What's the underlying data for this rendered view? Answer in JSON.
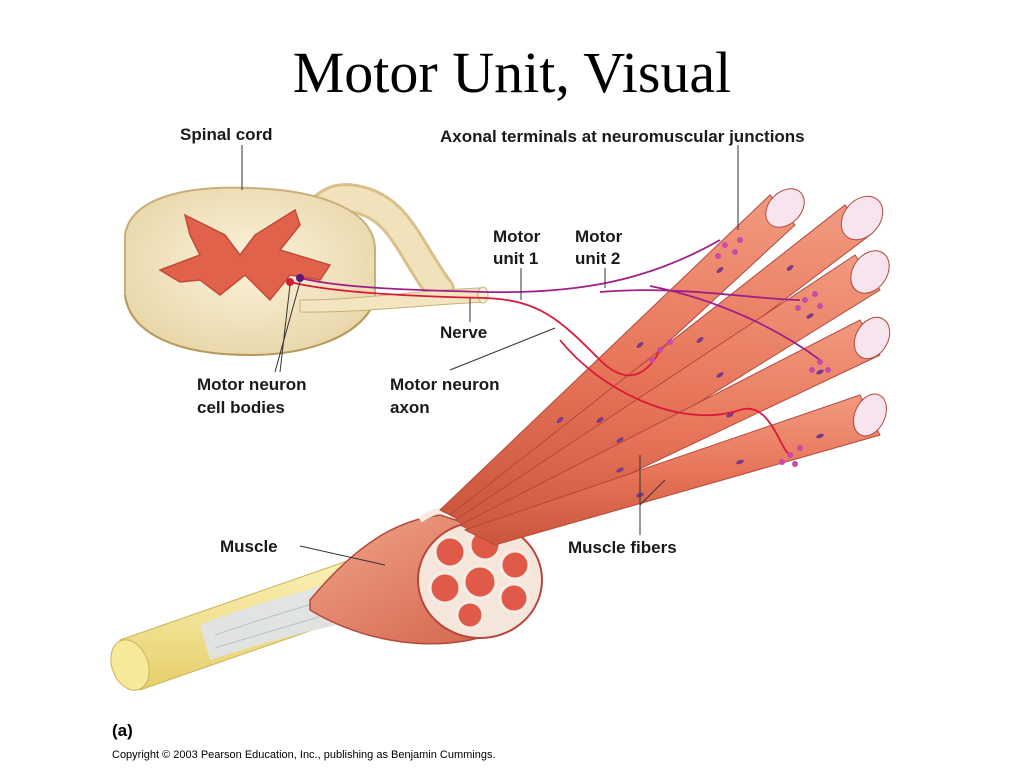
{
  "title": "Motor Unit, Visual",
  "labels": {
    "spinal_cord": "Spinal cord",
    "axonal_terminals": "Axonal terminals at neuromuscular junctions",
    "motor_unit_1_line1": "Motor",
    "motor_unit_1_line2": "unit 1",
    "motor_unit_2_line1": "Motor",
    "motor_unit_2_line2": "unit 2",
    "nerve": "Nerve",
    "motor_neuron_cell_bodies_line1": "Motor neuron",
    "motor_neuron_cell_bodies_line2": "cell bodies",
    "motor_neuron_axon_line1": "Motor neuron",
    "motor_neuron_axon_line2": "axon",
    "muscle": "Muscle",
    "muscle_fibers": "Muscle fibers"
  },
  "panel_label": "(a)",
  "copyright": "Copyright © 2003 Pearson Education, Inc., publishing as Benjamin Cummings.",
  "colors": {
    "spinal_cord_fill": "#f3e6c6",
    "gray_matter": "#e0624a",
    "muscle_fiber": "#e8765a",
    "muscle_fiber_dark": "#c9553c",
    "nucleus": "#7a3a8a",
    "unit1_axon": "#d81b3a",
    "unit2_axon": "#a0208a",
    "tendon": "#f2e08a",
    "tendon_connective": "#d8dde6"
  }
}
